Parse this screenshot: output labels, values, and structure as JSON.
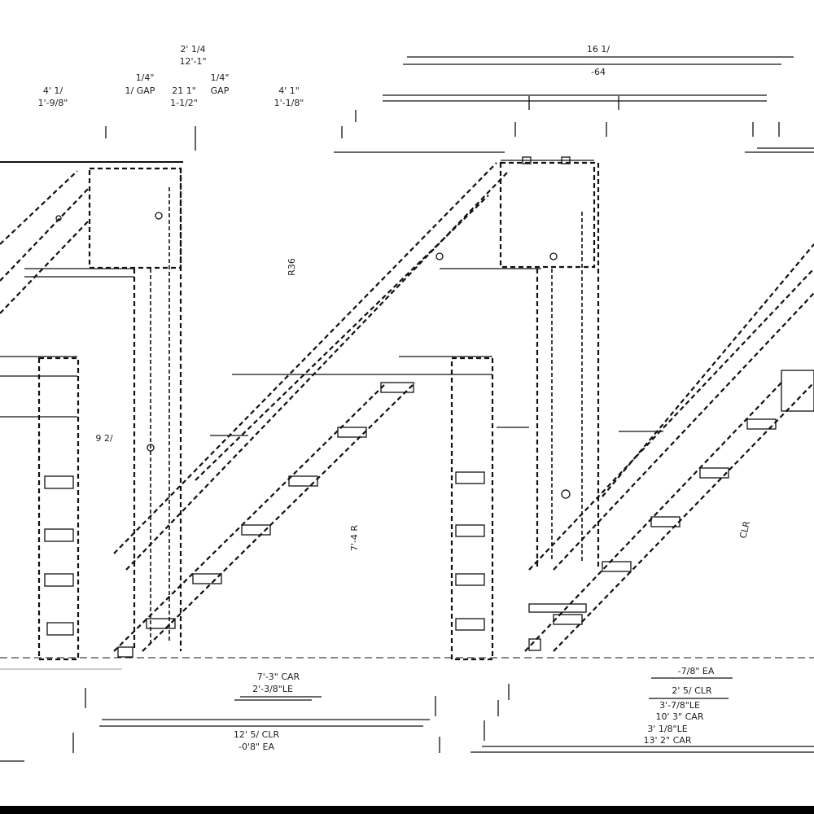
{
  "drawing": {
    "line_color": "#111111",
    "background": "#ffffff",
    "dimensions_top": [
      {
        "id": "overall-left-a",
        "text": "2' 1/4"
      },
      {
        "id": "overall-left-b",
        "text": "12'-1\""
      },
      {
        "id": "left-seg-a",
        "text": "4' 1/"
      },
      {
        "id": "left-seg-b",
        "text": "1'-9/8\""
      },
      {
        "id": "gap-left-a",
        "text": "1/4\""
      },
      {
        "id": "gap-left-b",
        "text": "1/ GAP"
      },
      {
        "id": "mid-seg-a",
        "text": "21 1\""
      },
      {
        "id": "mid-seg-b",
        "text": "1-1/2\""
      },
      {
        "id": "gap-right-a",
        "text": "1/4\""
      },
      {
        "id": "gap-right-b",
        "text": "GAP"
      },
      {
        "id": "right-seg-a",
        "text": "4' 1\""
      },
      {
        "id": "right-seg-b",
        "text": "1'-1/8\""
      },
      {
        "id": "overall-right-a",
        "text": "16 1/"
      },
      {
        "id": "overall-right-b",
        "text": "-64"
      }
    ],
    "dimensions_bottom": [
      {
        "id": "left-car",
        "text": "7'-3\" CAR"
      },
      {
        "id": "left-le",
        "text": "2'-3/8\"LE"
      },
      {
        "id": "left-clr",
        "text": "12' 5/ CLR"
      },
      {
        "id": "left-ea",
        "text": "-0'8\" EA"
      },
      {
        "id": "right-ea",
        "text": "-7/8\" EA"
      },
      {
        "id": "right-clr",
        "text": "2' 5/ CLR"
      },
      {
        "id": "right-le-1",
        "text": "3'-7/8\"LE"
      },
      {
        "id": "right-car-1",
        "text": "10' 3\" CAR"
      },
      {
        "id": "right-le-2",
        "text": "3' 1/8\"LE"
      },
      {
        "id": "right-car-2",
        "text": "13' 2\" CAR"
      }
    ],
    "side_labels": [
      {
        "id": "left-9",
        "text": "9 2/"
      },
      {
        "id": "mid-r36",
        "text": "R36"
      },
      {
        "id": "mid-7",
        "text": "7'-4 R"
      },
      {
        "id": "right-clr",
        "text": "CLR"
      }
    ]
  }
}
